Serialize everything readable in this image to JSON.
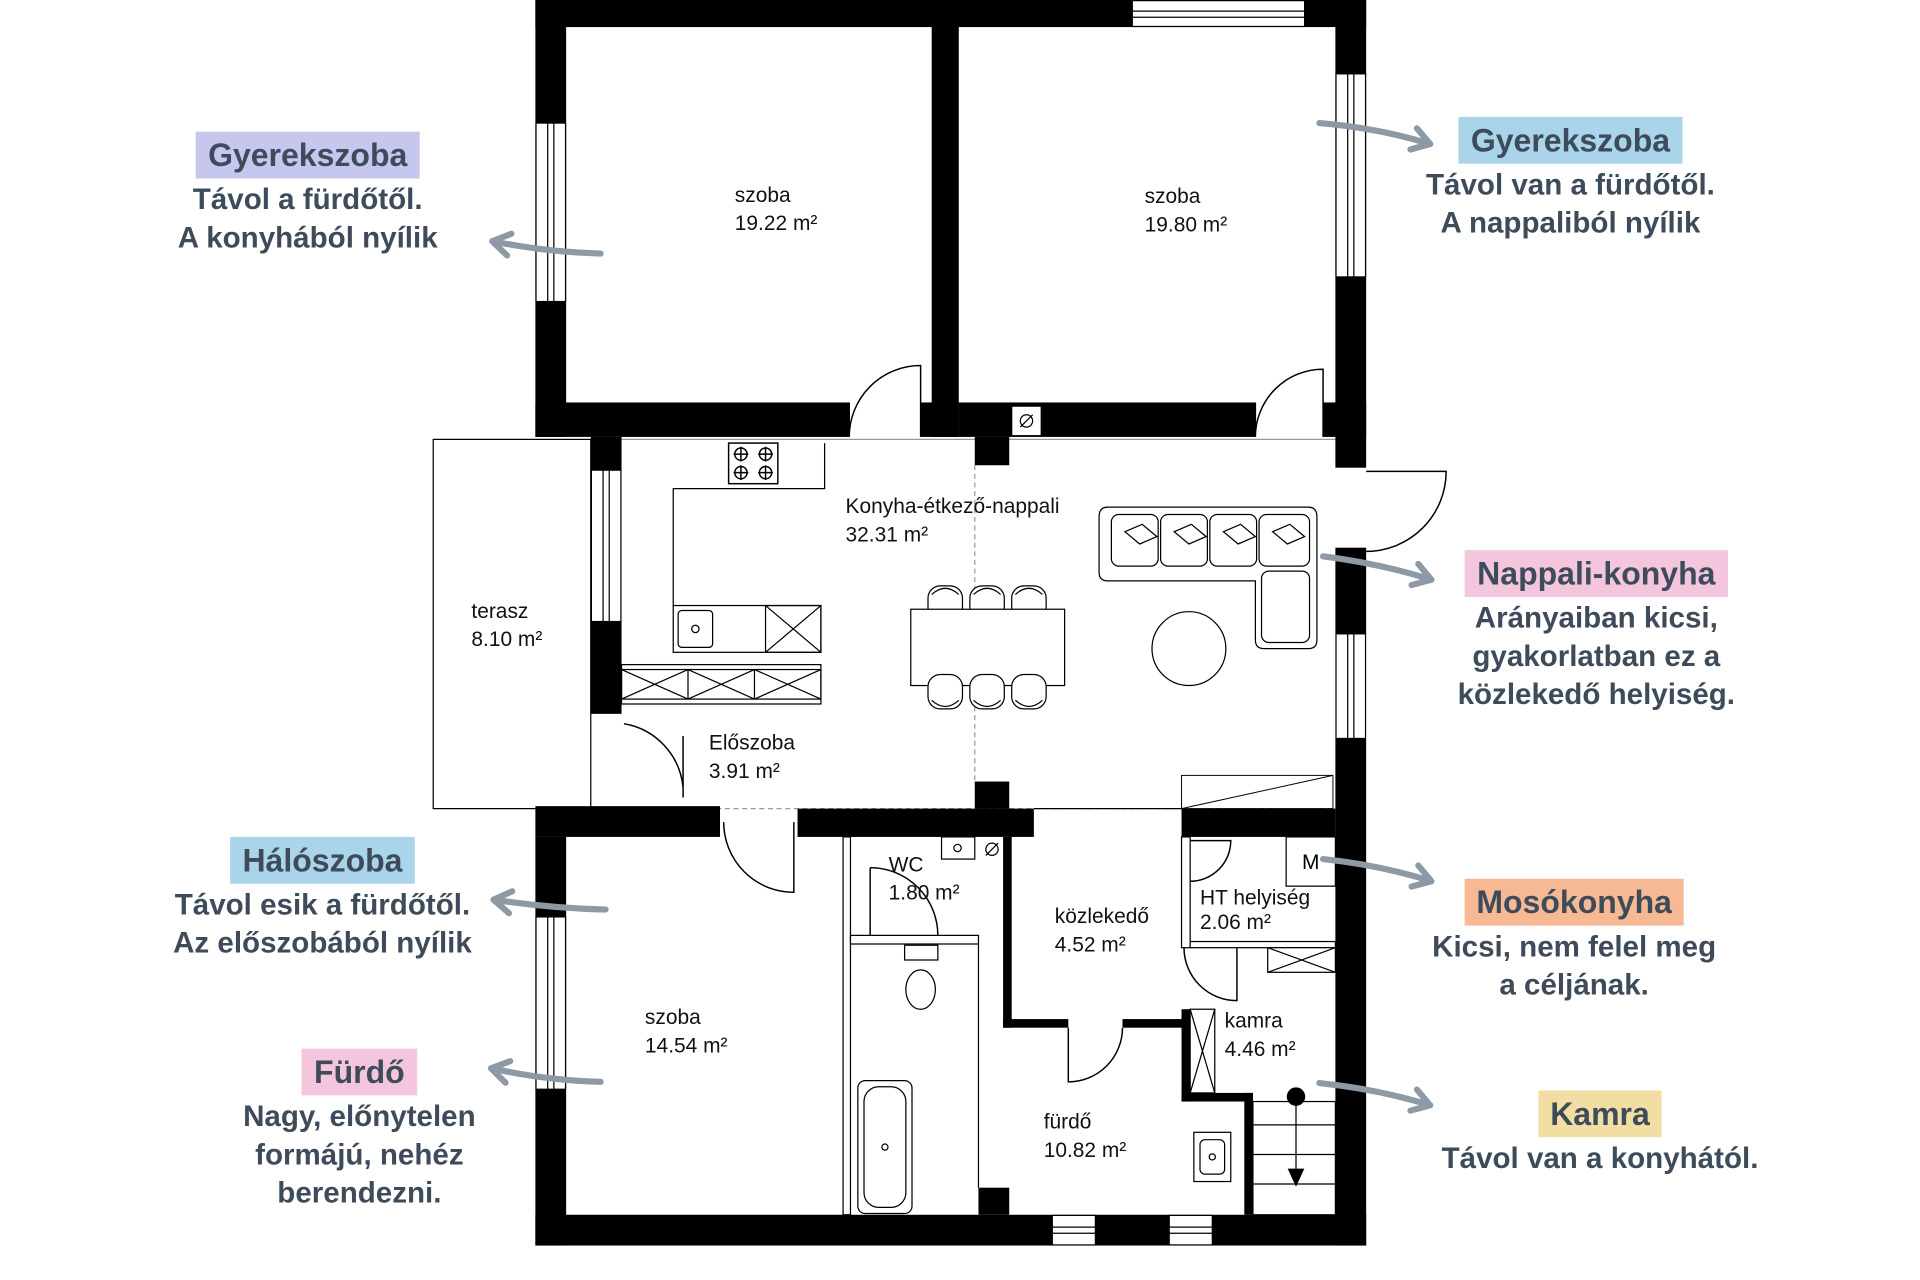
{
  "rooms": [
    {
      "name": "szoba",
      "area": "19.22 m²"
    },
    {
      "name": "szoba",
      "area": "19.80 m²"
    },
    {
      "name": "Konyha-étkező-nappali",
      "area": "32.31 m²"
    },
    {
      "name": "terasz",
      "area": "8.10 m²"
    },
    {
      "name": "Előszoba",
      "area": "3.91 m²"
    },
    {
      "name": "WC",
      "area": "1.80 m²"
    },
    {
      "name": "közlekedő",
      "area": "4.52 m²"
    },
    {
      "name": "HT helyiség",
      "area": "2.06 m²"
    },
    {
      "name": "szoba",
      "area": "14.54 m²"
    },
    {
      "name": "kamra",
      "area": "4.46 m²"
    },
    {
      "name": "fürdő",
      "area": "10.82 m²"
    }
  ],
  "meter_label": "M",
  "annotations": [
    {
      "title": "Gyerekszoba",
      "lines": [
        "Távol a fürdőtől.",
        "A konyhából nyílik"
      ],
      "color": "#c6c6ef"
    },
    {
      "title": "Gyerekszoba",
      "lines": [
        "Távol van a fürdőtől.",
        "A nappaliból nyílik"
      ],
      "color": "#a9d4ea"
    },
    {
      "title": "Nappali-konyha",
      "lines": [
        "Arányaiban kicsi,",
        "gyakorlatban ez a",
        "közlekedő helyiség."
      ],
      "color": "#f4c6dd"
    },
    {
      "title": "Hálószoba",
      "lines": [
        "Távol esik a fürdőtől.",
        "Az előszobából nyílik"
      ],
      "color": "#a9d4ea"
    },
    {
      "title": "Fürdő",
      "lines": [
        "Nagy, előnytelen",
        "formájú, nehéz",
        "berendezni."
      ],
      "color": "#f4c6dd"
    },
    {
      "title": "Mosókonyha",
      "lines": [
        "Kicsi, nem felel meg",
        "a céljának."
      ],
      "color": "#f7b994"
    },
    {
      "title": "Kamra",
      "lines": [
        "Távol van a konyhától."
      ],
      "color": "#f2dea3"
    }
  ],
  "colors": {
    "text": "#3e4b5b",
    "arrow": "#8d99a5",
    "wall": "#000000"
  }
}
